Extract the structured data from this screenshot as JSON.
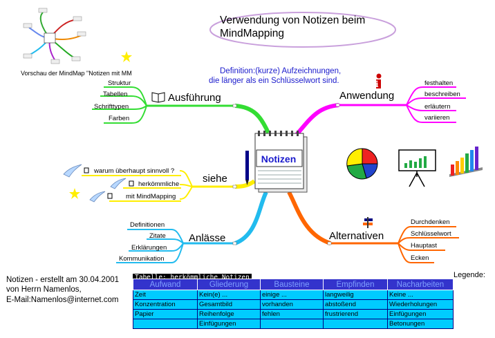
{
  "title": "Verwendung von Notizen beim MindMapping",
  "preview_caption": "Vorschau der MindMap \"Notizen mit MM",
  "definition": {
    "line1": "Definition:(kurze) Aufzeichnungen,",
    "line2": "die länger als ein Schlüsselwort sind."
  },
  "center": {
    "label": "Notizen"
  },
  "branches": {
    "ausfuehrung": {
      "label": "Ausführung",
      "color": "#33dd33",
      "items": [
        "Struktur",
        "Tabellen",
        "Schrifttypen",
        "Farben"
      ]
    },
    "anwendung": {
      "label": "Anwendung",
      "color": "#ff00ff",
      "items": [
        "festhalten",
        "beschreiben",
        "erläutern",
        "variieren"
      ]
    },
    "siehe": {
      "label": "siehe",
      "color": "#ffee00",
      "items": [
        "warum überhaupt sinnvoll ?",
        "herkömmliche",
        "mit MindMapping"
      ]
    },
    "anlaesse": {
      "label": "Anlässe",
      "color": "#22bbee",
      "items": [
        "Definitionen",
        "Zitate",
        "Erklärungen",
        "Kommunikation"
      ]
    },
    "alternativen": {
      "label": "Alternativen",
      "color": "#ff6600",
      "items": [
        "Durchdenken",
        "Schlüsselwort",
        "Hauptast",
        "Ecken"
      ]
    }
  },
  "credits": {
    "line1": "Notizen - erstellt am 30.04.2001",
    "line2": "von Herrn Namenlos,",
    "line3": "E-Mail:Namenlos@internet.com"
  },
  "legend": "Legende:",
  "table": {
    "caption": "Tabelle: herkömmliche Notizen",
    "headers": [
      "Aufwand",
      "Gliederung",
      "Bausteine",
      "Empfinden",
      "Nacharbeiten"
    ],
    "rows": [
      [
        "Zeit",
        "Kein(e) ...",
        "einige ...",
        "langweilig",
        "Keine ..."
      ],
      [
        "Konzentration",
        "Gesamtbild",
        "vorhanden",
        "abstoßend",
        "Wiederholungen"
      ],
      [
        "Papier",
        "Reihenfolge",
        "fehlen",
        "frustrierend",
        "Einfügungen"
      ],
      [
        "",
        "Einfügungen",
        "",
        "",
        "Betonungen"
      ]
    ]
  }
}
